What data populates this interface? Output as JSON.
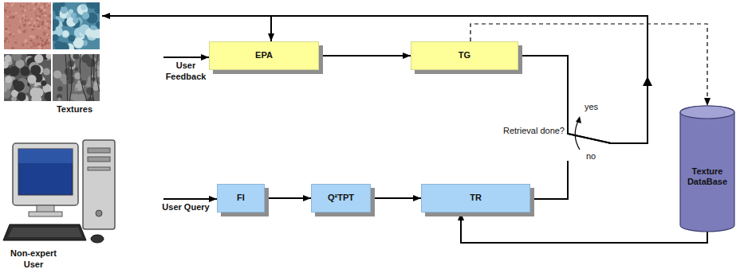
{
  "diagram": {
    "nodes": [
      {
        "text": [
          "Textures"
        ]
      },
      {
        "text": [
          "EPA"
        ]
      },
      {
        "text": [
          "TG"
        ]
      },
      {
        "text": [
          "FI"
        ]
      },
      {
        "text": [
          "Q²TPT"
        ]
      },
      {
        "text": [
          "TR"
        ]
      },
      {
        "text": [
          "Texture DataBase"
        ]
      }
    ],
    "edges": [
      {
        "from": 1,
        "to": 2,
        "arrow": "to"
      },
      {
        "from": 3,
        "to": 4,
        "arrow": "to"
      },
      {
        "from": 4,
        "to": 5,
        "arrow": "to"
      },
      {
        "from": 2,
        "to": 0,
        "arrow": "to"
      },
      {
        "from": 2,
        "to": 1,
        "arrow": "to"
      },
      {
        "from": 2,
        "to": 6,
        "arrow": "to"
      },
      {
        "from": 6,
        "to": 5,
        "arrow": "to"
      }
    ],
    "labels": [
      "User Feedback",
      "User Query",
      "Retrieval done?",
      "yes",
      "no",
      "Non-expert User"
    ]
  }
}
